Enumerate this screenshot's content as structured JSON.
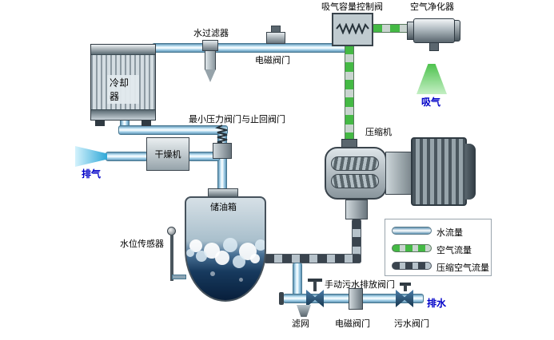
{
  "components": {
    "cooler": {
      "label": "冷却器"
    },
    "water_filter": {
      "label": "水过滤器"
    },
    "top_solenoid_valve": {
      "label": "电磁阀门"
    },
    "intake_capacity_control_valve": {
      "label": "吸气容量控制阀"
    },
    "air_purifier": {
      "label": "空气净化器"
    },
    "intake": {
      "label": "吸气"
    },
    "compressor": {
      "label": "压缩机"
    },
    "min_pressure_check_valve": {
      "label": "最小压力阀门与止回阀门"
    },
    "dryer": {
      "label": "干燥机"
    },
    "exhaust": {
      "label": "排气"
    },
    "oil_tank": {
      "label": "储油箱"
    },
    "water_level_sensor": {
      "label": "水位传感器"
    },
    "manual_drain_valve": {
      "label": "手动污水排放阀门"
    },
    "strainer": {
      "label": "滤网"
    },
    "bottom_solenoid_valve": {
      "label": "电磁阀门"
    },
    "sewage_valve": {
      "label": "污水阀门"
    },
    "drain_outlet": {
      "label": "排水"
    }
  },
  "legend": {
    "items": [
      {
        "label": "水流量",
        "flow_type": "water",
        "color": "#a8d4ec"
      },
      {
        "label": "空气流量",
        "flow_type": "air",
        "color": "#44b944"
      },
      {
        "label": "压缩空气流量",
        "flow_type": "compressed_air",
        "color": "#3a444e"
      }
    ]
  },
  "colors": {
    "water_pipe": "#a8d4ec",
    "air_flow_dash": "#44b944",
    "compressed_air_dash": "#3a444e",
    "flow_label_blue": "#0000c8"
  }
}
